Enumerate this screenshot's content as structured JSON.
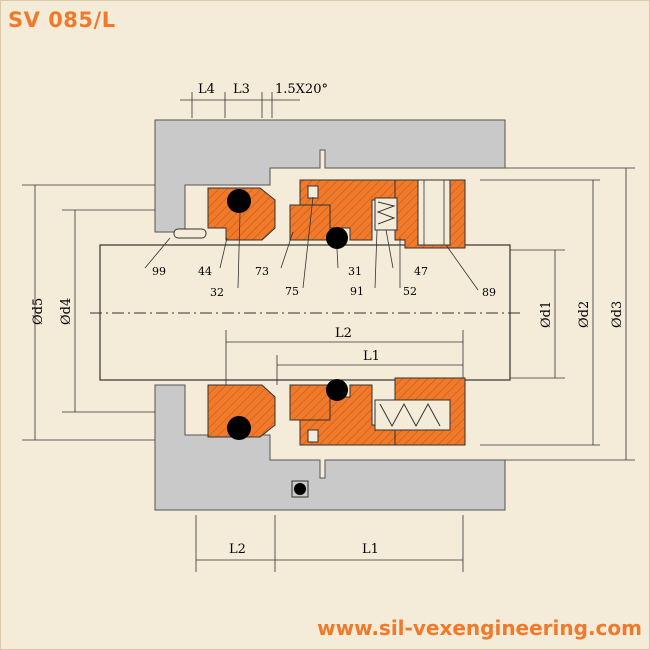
{
  "title": "SV 085/L",
  "website": "www.sil-vexengineering.com",
  "colors": {
    "background": "#f4ebd9",
    "gray_part": "#c9c9c9",
    "orange_part": "#f07a2a",
    "seal_ring": "#000000",
    "brand": "#f07a2a"
  },
  "top_dims": {
    "l4": "L4",
    "l3": "L3",
    "chamfer": "1.5X20°"
  },
  "part_numbers": {
    "p99": "99",
    "p44": "44",
    "p32": "32",
    "p73": "73",
    "p75": "75",
    "p31": "31",
    "p91": "91",
    "p47": "47",
    "p52": "52",
    "p89": "89"
  },
  "diameters": {
    "d1": "Ød1",
    "d2": "Ød2",
    "d3": "Ød3",
    "d4": "Ød4",
    "d5": "Ød5"
  },
  "inner_dims": {
    "l2": "L2",
    "l1": "L1"
  },
  "bottom_dims": {
    "l2": "L2",
    "l1": "L1"
  }
}
